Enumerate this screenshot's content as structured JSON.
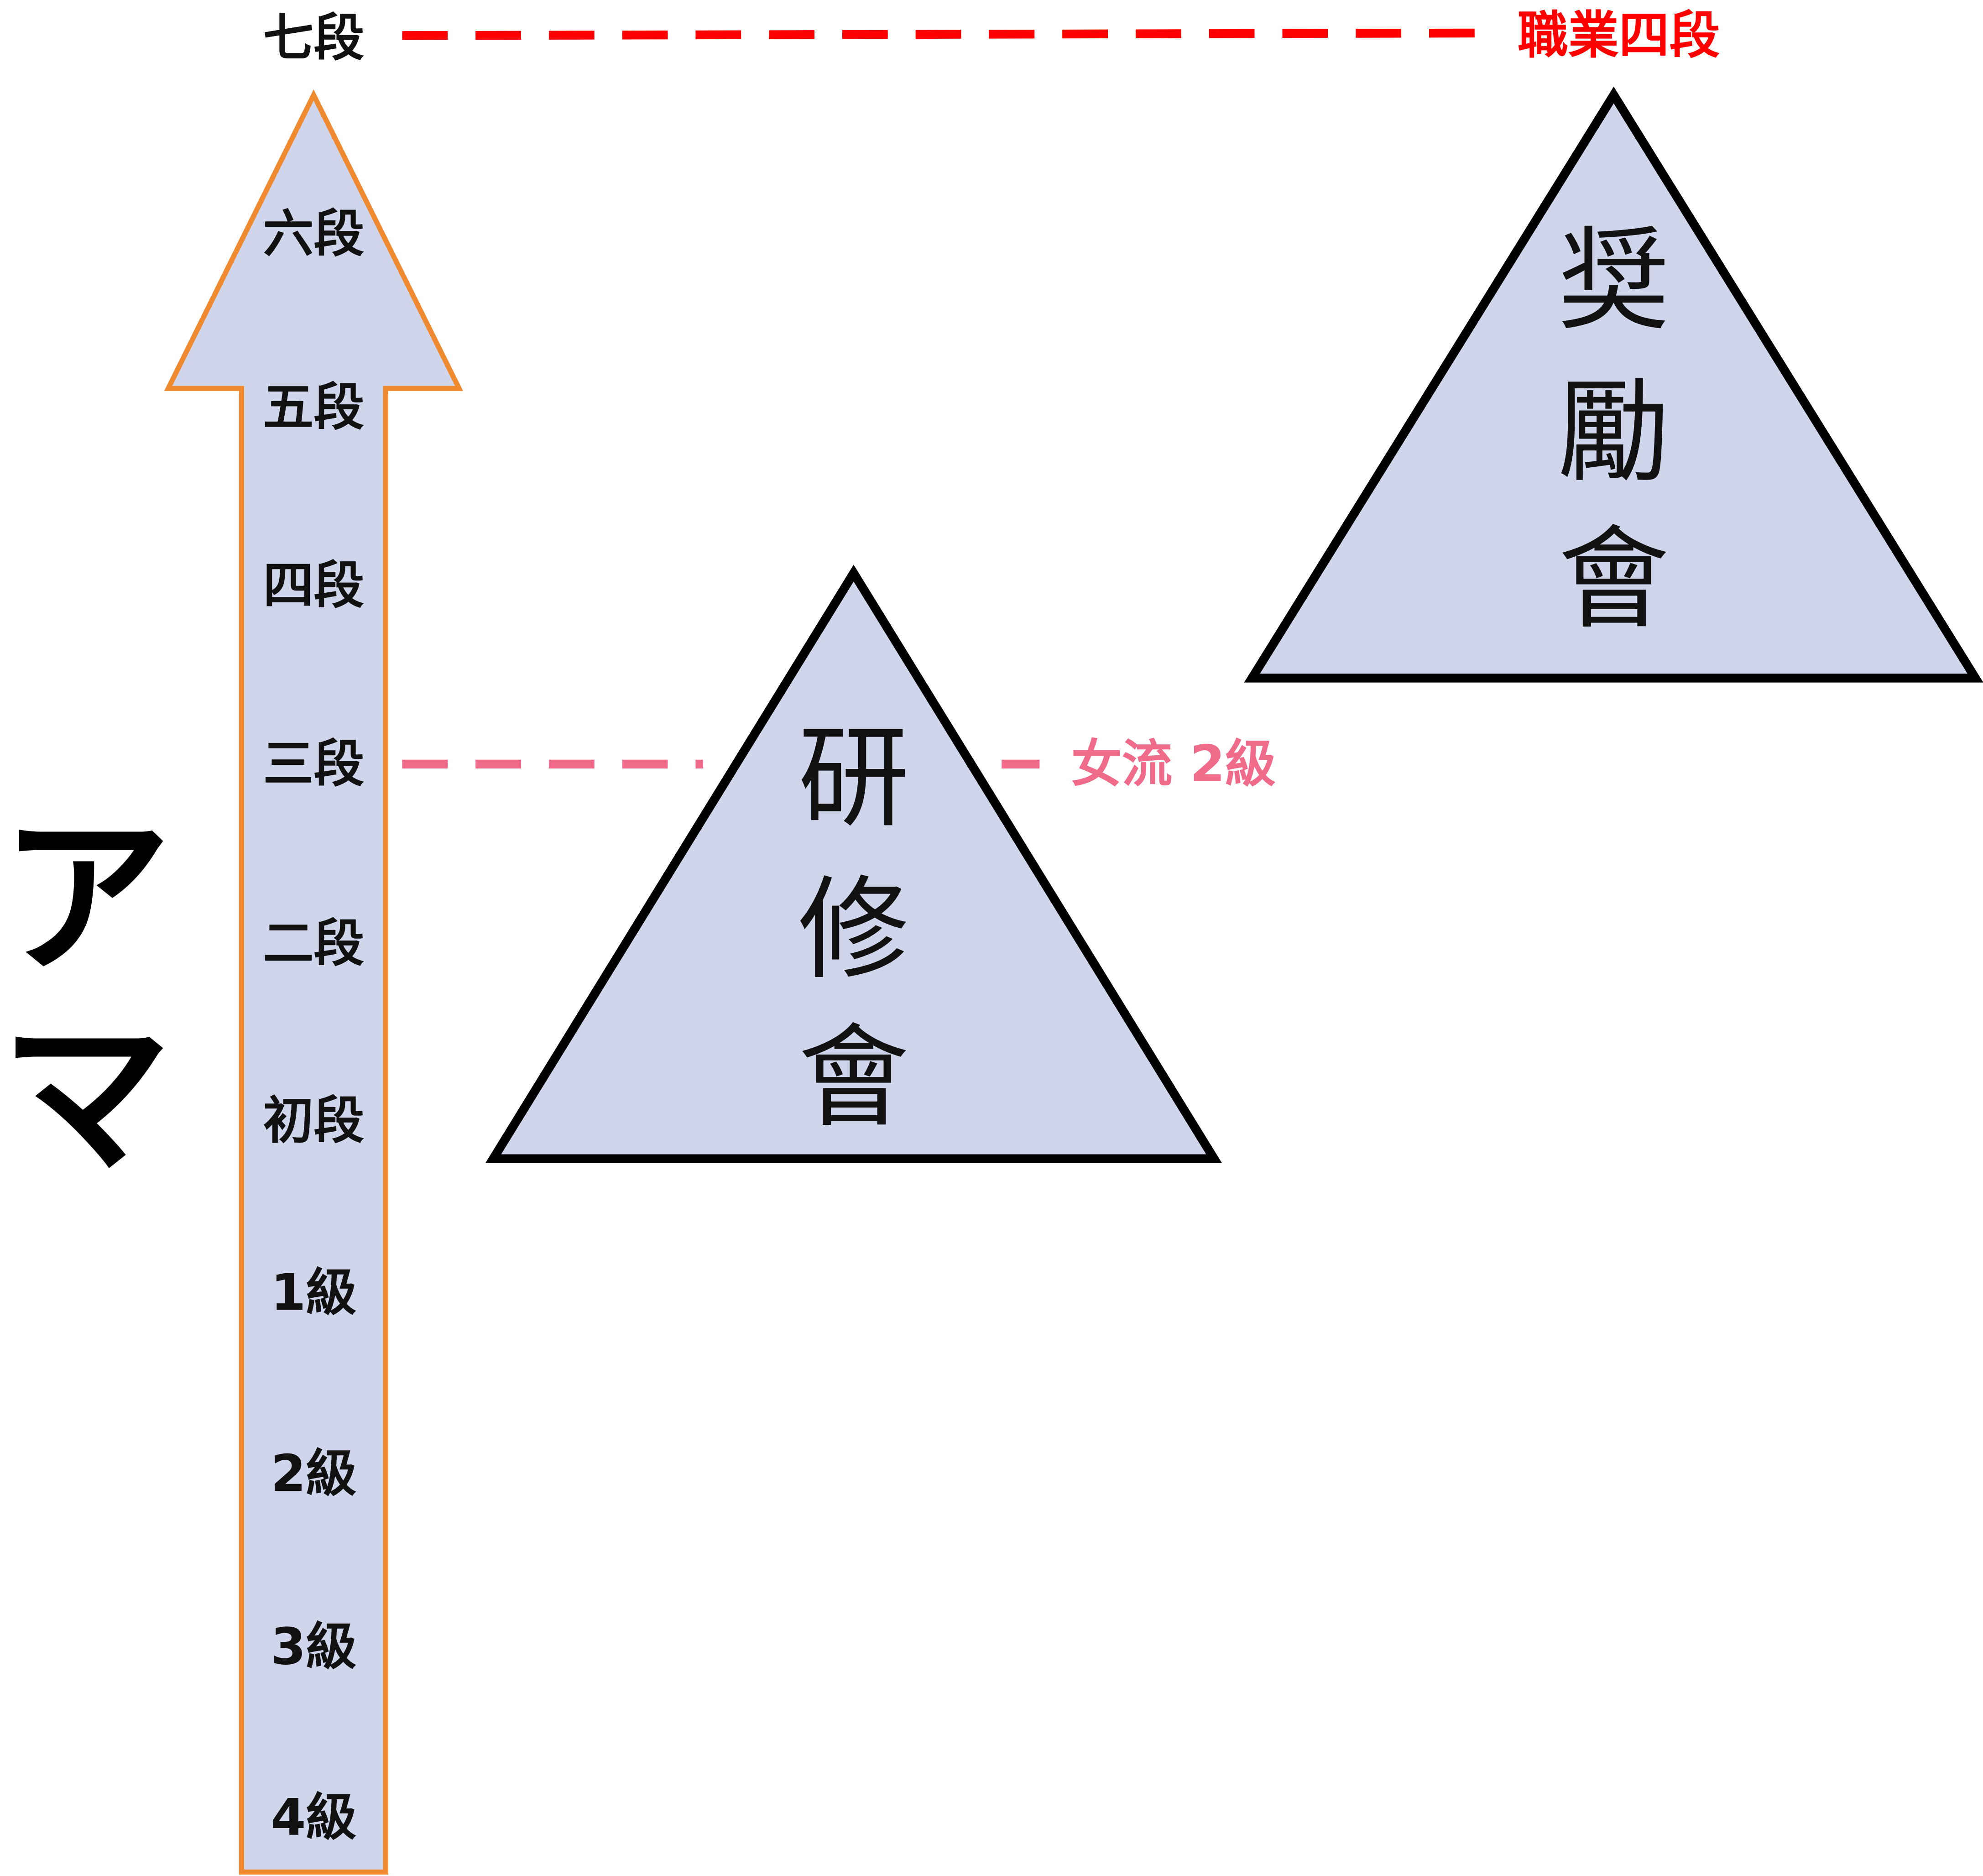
{
  "colors": {
    "arrow_stroke": "#F08A30",
    "fill": "#CFD5EA",
    "pro_line": "#FF0000",
    "women_line": "#F06A8A",
    "triangle_stroke": "#000000"
  },
  "amateur_label": [
    "ア",
    "マ"
  ],
  "ranks": [
    "七段",
    "六段",
    "五段",
    "四段",
    "三段",
    "二段",
    "初段",
    "1級",
    "2級",
    "3級",
    "4級"
  ],
  "pro_marker": {
    "label": "職業四段",
    "level": "七段"
  },
  "women_marker": {
    "label": "女流 2級",
    "level": "三段"
  },
  "kenshukai": {
    "chars": [
      "研",
      "修",
      "會"
    ]
  },
  "shoreikai": {
    "chars": [
      "奨",
      "勵",
      "會"
    ]
  }
}
